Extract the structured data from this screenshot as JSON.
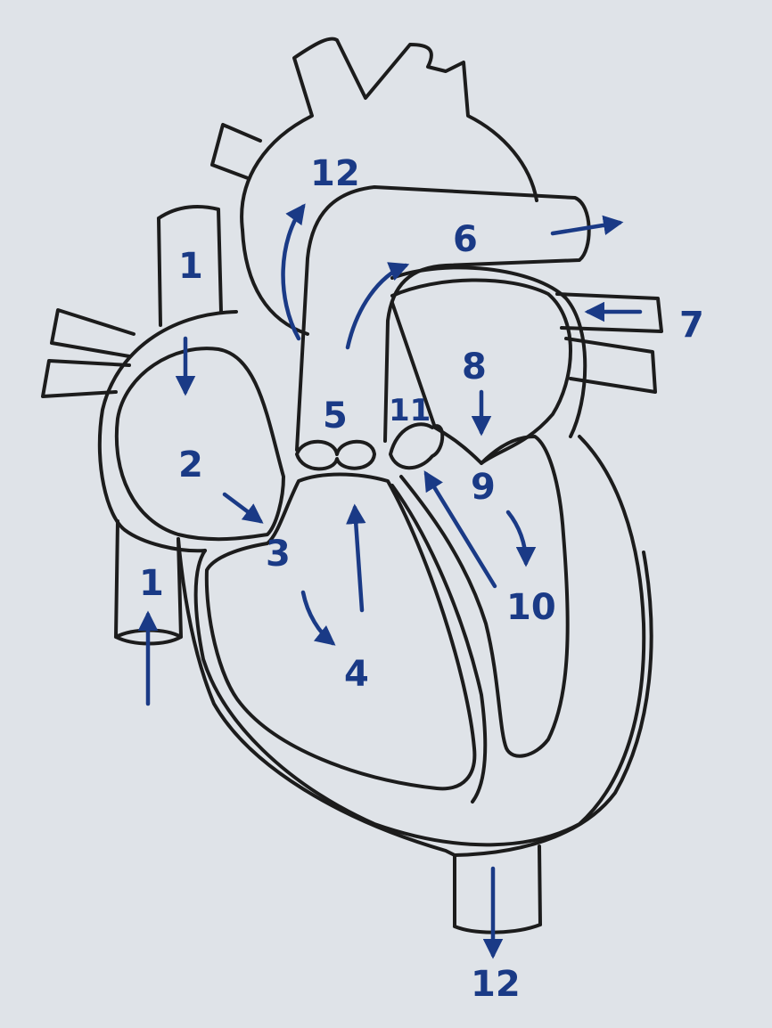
{
  "labels": [
    {
      "id": "1",
      "text": "1"
    },
    {
      "id": "1b",
      "text": "1"
    },
    {
      "id": "2",
      "text": "2"
    },
    {
      "id": "3",
      "text": "3"
    },
    {
      "id": "4",
      "text": "4"
    },
    {
      "id": "5",
      "text": "5"
    },
    {
      "id": "6",
      "text": "6"
    },
    {
      "id": "7",
      "text": "7"
    },
    {
      "id": "8",
      "text": "8"
    },
    {
      "id": "9",
      "text": "9"
    },
    {
      "id": "10",
      "text": "10"
    },
    {
      "id": "11",
      "text": "11"
    },
    {
      "id": "12",
      "text": "12"
    },
    {
      "id": "12b",
      "text": "12"
    }
  ],
  "colors": {
    "paper": "#dfe3e8",
    "outline": "#1c1c1c",
    "annotation": "#1a3a86"
  }
}
